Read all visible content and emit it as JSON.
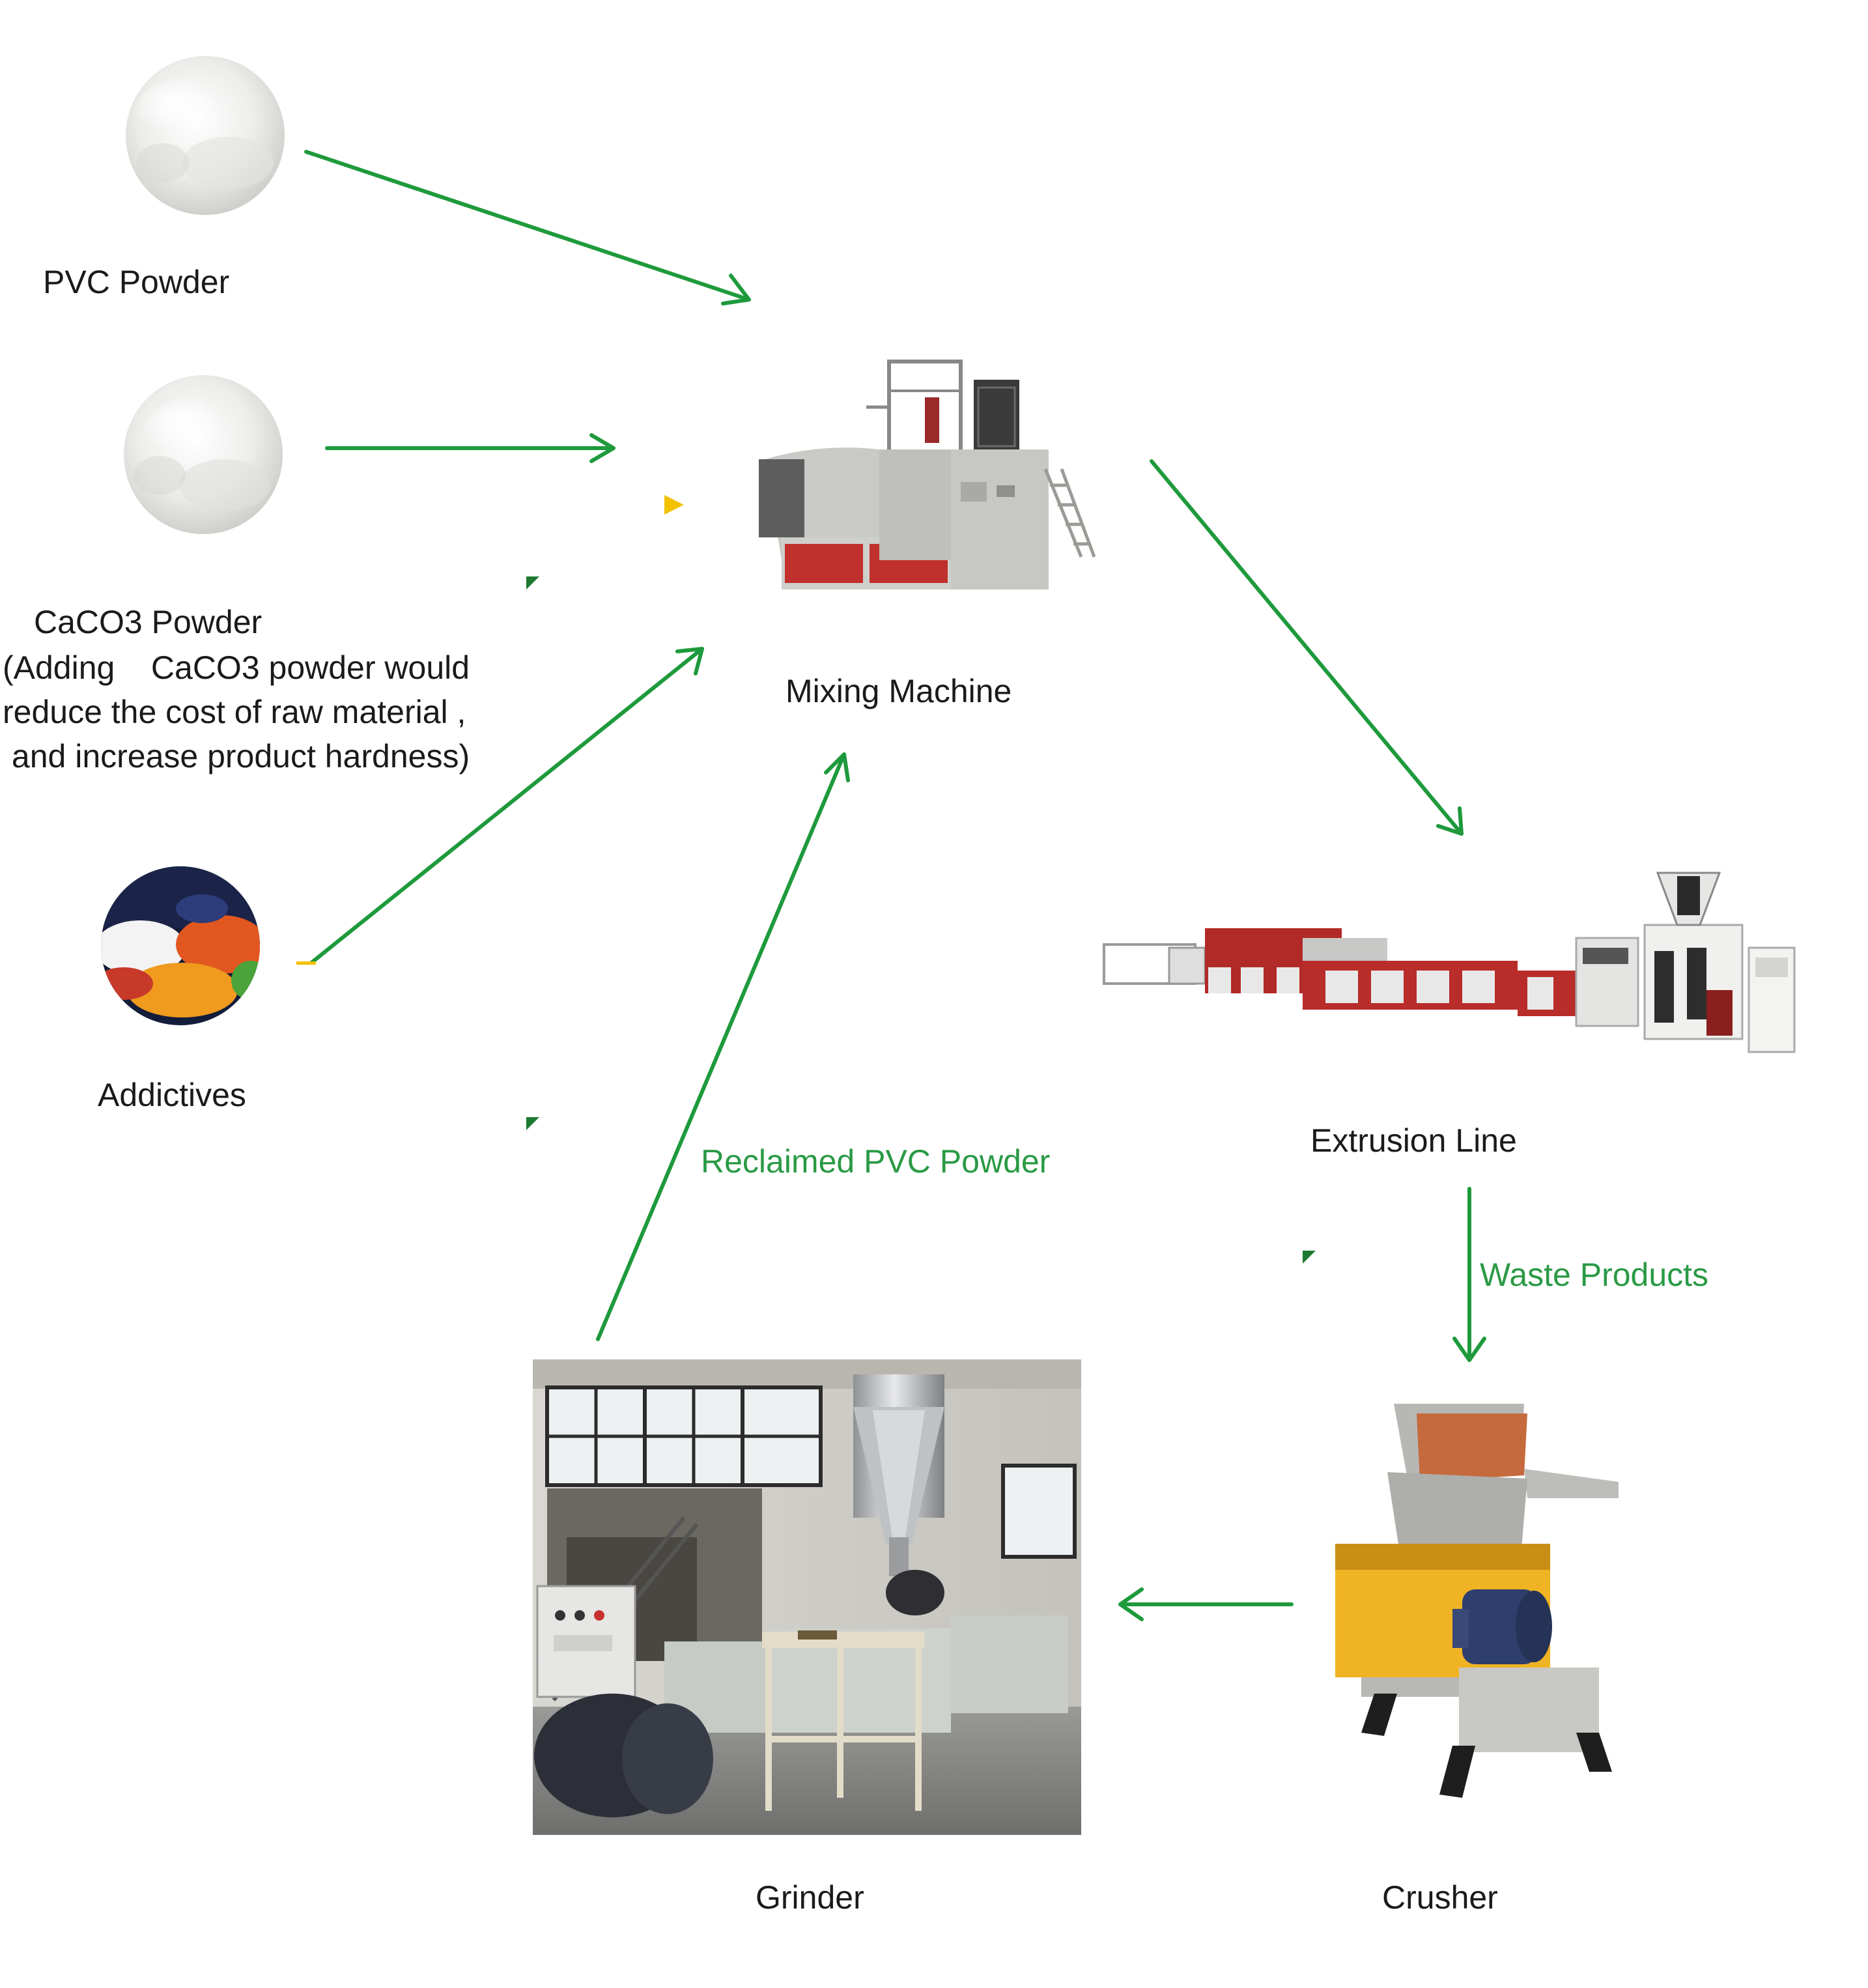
{
  "nodes": {
    "pvc_powder": {
      "label": "PVC Powder"
    },
    "caco3_powder": {
      "label": "CaCO3 Powder",
      "note_lines": [
        "(Adding    CaCO3 powder would",
        "reduce the cost of raw material ,",
        " and increase product hardness)"
      ]
    },
    "additives": {
      "label": "Addictives"
    },
    "mixing_machine": {
      "label": "Mixing Machine"
    },
    "extrusion_line": {
      "label": "Extrusion Line"
    },
    "crusher": {
      "label": "Crusher"
    },
    "grinder": {
      "label": "Grinder"
    }
  },
  "edges": {
    "reclaimed": {
      "label": "Reclaimed PVC Powder"
    },
    "waste": {
      "label": "Waste Products"
    }
  },
  "colors": {
    "arrow": "#1e9a3c",
    "edge_label": "#2a9a45",
    "machine_red": "#c0302c",
    "crusher_yellow": "#f0b323",
    "crusher_hopper": "#c56a3c"
  }
}
